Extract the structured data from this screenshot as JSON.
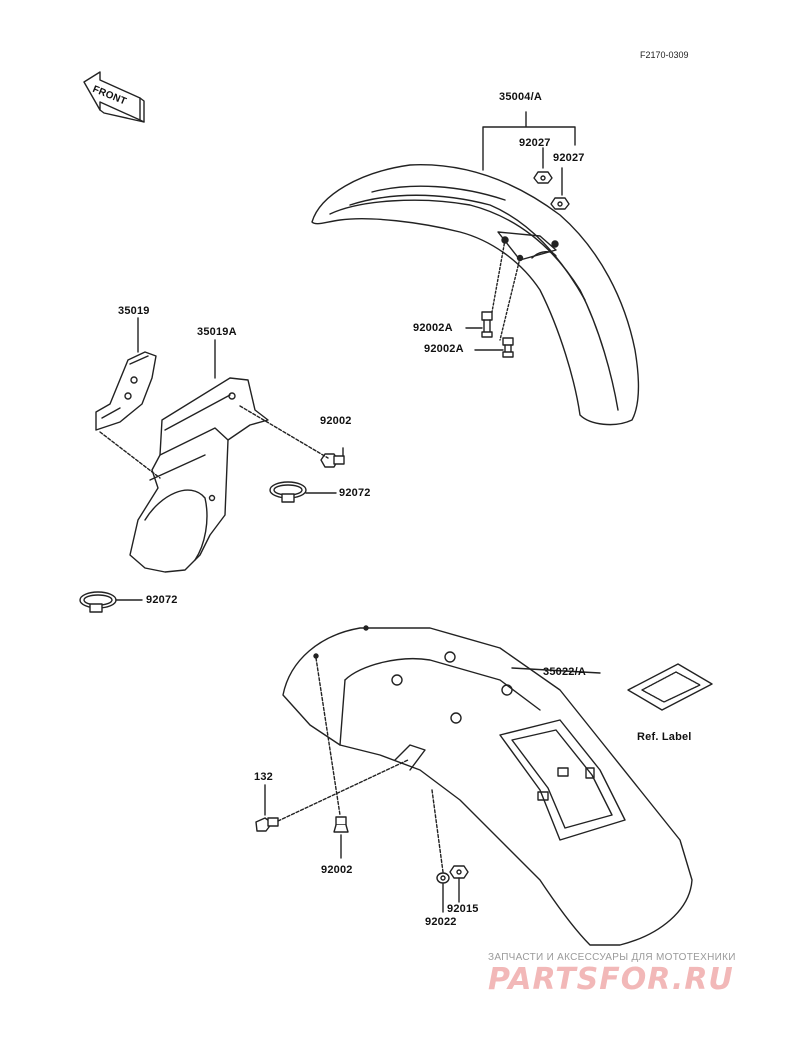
{
  "diagram_code": "F2170-0309",
  "front_arrow_text": "FRONT",
  "parts": {
    "p35004a": "35004/A",
    "p92027a": "92027",
    "p92027b": "92027",
    "p92002a_1": "92002A",
    "p92002a_2": "92002A",
    "p35019": "35019",
    "p35019a": "35019A",
    "p92002_top": "92002",
    "p92072_top": "92072",
    "p92072_bottom": "92072",
    "p35022a": "35022/A",
    "ref_label": "Ref. Label",
    "p132": "132",
    "p92002_bottom": "92002",
    "p92015": "92015",
    "p92022": "92022"
  },
  "watermark": {
    "tagline": "ЗАПЧАСТИ И АКСЕССУАРЫ ДЛЯ МОТОТЕХНИКИ",
    "brand": "PARTSFOR.RU"
  }
}
